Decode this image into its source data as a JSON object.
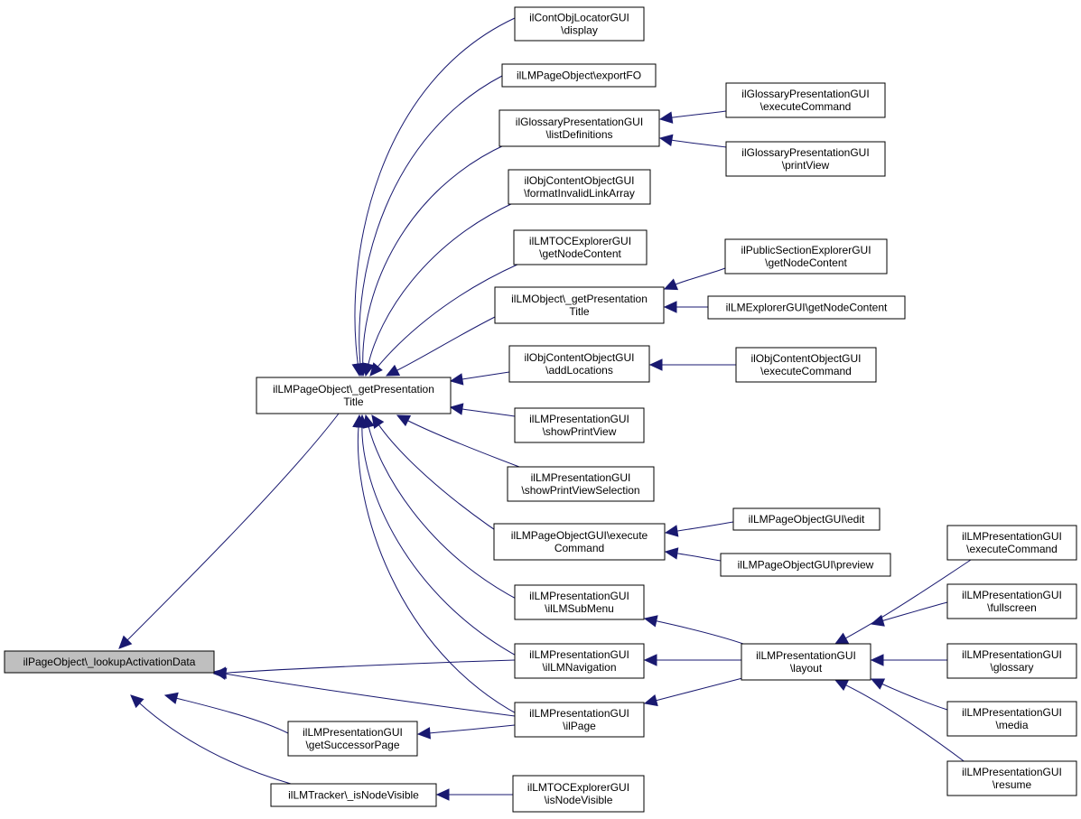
{
  "nodes": [
    {
      "id": "root",
      "lines": [
        "ilPageObject\\_lookupActivationData"
      ],
      "root": true
    },
    {
      "id": "lmpo_gpt",
      "lines": [
        "ilLMPageObject\\_getPresentation",
        "Title"
      ]
    },
    {
      "id": "cont_loc",
      "lines": [
        "ilContObjLocatorGUI",
        "\\display"
      ]
    },
    {
      "id": "lmpo_export",
      "lines": [
        "ilLMPageObject\\exportFO"
      ]
    },
    {
      "id": "glos_list",
      "lines": [
        "ilGlossaryPresentationGUI",
        "\\listDefinitions"
      ]
    },
    {
      "id": "glos_exec",
      "lines": [
        "ilGlossaryPresentationGUI",
        "\\executeCommand"
      ]
    },
    {
      "id": "glos_print",
      "lines": [
        "ilGlossaryPresentationGUI",
        "\\printView"
      ]
    },
    {
      "id": "objcont_fmt",
      "lines": [
        "ilObjContentObjectGUI",
        "\\formatInvalidLinkArray"
      ]
    },
    {
      "id": "toc_node",
      "lines": [
        "ilLMTOCExplorerGUI",
        "\\getNodeContent"
      ]
    },
    {
      "id": "pub_node",
      "lines": [
        "ilPublicSectionExplorerGUI",
        "\\getNodeContent"
      ]
    },
    {
      "id": "lmobj_gpt",
      "lines": [
        "ilLMObject\\_getPresentation",
        "Title"
      ]
    },
    {
      "id": "lmexp_node",
      "lines": [
        "ilLMExplorerGUI\\getNodeContent"
      ]
    },
    {
      "id": "objcont_add",
      "lines": [
        "ilObjContentObjectGUI",
        "\\addLocations"
      ]
    },
    {
      "id": "objcont_exec",
      "lines": [
        "ilObjContentObjectGUI",
        "\\executeCommand"
      ]
    },
    {
      "id": "pres_spv",
      "lines": [
        "ilLMPresentationGUI",
        "\\showPrintView"
      ]
    },
    {
      "id": "pres_spvs",
      "lines": [
        "ilLMPresentationGUI",
        "\\showPrintViewSelection"
      ]
    },
    {
      "id": "pogui_exec",
      "lines": [
        "ilLMPageObjectGUI\\execute",
        "Command"
      ]
    },
    {
      "id": "pogui_edit",
      "lines": [
        "ilLMPageObjectGUI\\edit"
      ]
    },
    {
      "id": "pogui_prev",
      "lines": [
        "ilLMPageObjectGUI\\preview"
      ]
    },
    {
      "id": "pres_sub",
      "lines": [
        "ilLMPresentationGUI",
        "\\ilLMSubMenu"
      ]
    },
    {
      "id": "pres_nav",
      "lines": [
        "ilLMPresentationGUI",
        "\\ilLMNavigation"
      ]
    },
    {
      "id": "pres_page",
      "lines": [
        "ilLMPresentationGUI",
        "\\ilPage"
      ]
    },
    {
      "id": "pres_layout",
      "lines": [
        "ilLMPresentationGUI",
        "\\layout"
      ]
    },
    {
      "id": "pres_exec",
      "lines": [
        "ilLMPresentationGUI",
        "\\executeCommand"
      ]
    },
    {
      "id": "pres_full",
      "lines": [
        "ilLMPresentationGUI",
        "\\fullscreen"
      ]
    },
    {
      "id": "pres_glos",
      "lines": [
        "ilLMPresentationGUI",
        "\\glossary"
      ]
    },
    {
      "id": "pres_media",
      "lines": [
        "ilLMPresentationGUI",
        "\\media"
      ]
    },
    {
      "id": "pres_resume",
      "lines": [
        "ilLMPresentationGUI",
        "\\resume"
      ]
    },
    {
      "id": "pres_succ",
      "lines": [
        "ilLMPresentationGUI",
        "\\getSuccessorPage"
      ]
    },
    {
      "id": "tracker",
      "lines": [
        "ilLMTracker\\_isNodeVisible"
      ]
    },
    {
      "id": "toc_vis",
      "lines": [
        "ilLMTOCExplorerGUI",
        "\\isNodeVisible"
      ]
    }
  ],
  "edges": [
    {
      "from": "lmpo_gpt",
      "to": "root"
    },
    {
      "from": "pres_nav",
      "to": "root"
    },
    {
      "from": "pres_page",
      "to": "root"
    },
    {
      "from": "pres_succ",
      "to": "root"
    },
    {
      "from": "tracker",
      "to": "root"
    },
    {
      "from": "cont_loc",
      "to": "lmpo_gpt"
    },
    {
      "from": "lmpo_export",
      "to": "lmpo_gpt"
    },
    {
      "from": "glos_list",
      "to": "lmpo_gpt"
    },
    {
      "from": "objcont_fmt",
      "to": "lmpo_gpt"
    },
    {
      "from": "toc_node",
      "to": "lmpo_gpt"
    },
    {
      "from": "lmobj_gpt",
      "to": "lmpo_gpt"
    },
    {
      "from": "objcont_add",
      "to": "lmpo_gpt"
    },
    {
      "from": "pres_spv",
      "to": "lmpo_gpt"
    },
    {
      "from": "pres_spvs",
      "to": "lmpo_gpt"
    },
    {
      "from": "pogui_exec",
      "to": "lmpo_gpt"
    },
    {
      "from": "pres_sub",
      "to": "lmpo_gpt"
    },
    {
      "from": "pres_nav",
      "to": "lmpo_gpt"
    },
    {
      "from": "pres_page",
      "to": "lmpo_gpt"
    },
    {
      "from": "glos_exec",
      "to": "glos_list"
    },
    {
      "from": "glos_print",
      "to": "glos_list"
    },
    {
      "from": "pub_node",
      "to": "lmobj_gpt"
    },
    {
      "from": "lmexp_node",
      "to": "lmobj_gpt"
    },
    {
      "from": "objcont_exec",
      "to": "objcont_add"
    },
    {
      "from": "pogui_edit",
      "to": "pogui_exec"
    },
    {
      "from": "pogui_prev",
      "to": "pogui_exec"
    },
    {
      "from": "pres_layout",
      "to": "pres_sub"
    },
    {
      "from": "pres_layout",
      "to": "pres_nav"
    },
    {
      "from": "pres_layout",
      "to": "pres_page"
    },
    {
      "from": "pres_exec",
      "to": "pres_layout"
    },
    {
      "from": "pres_full",
      "to": "pres_layout"
    },
    {
      "from": "pres_glos",
      "to": "pres_layout"
    },
    {
      "from": "pres_media",
      "to": "pres_layout"
    },
    {
      "from": "pres_resume",
      "to": "pres_layout"
    },
    {
      "from": "pres_page",
      "to": "pres_succ"
    },
    {
      "from": "toc_vis",
      "to": "tracker"
    }
  ]
}
